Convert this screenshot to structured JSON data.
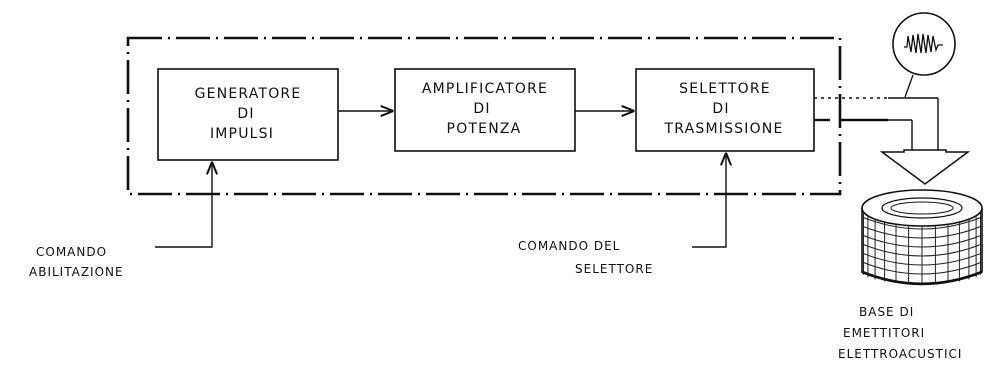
{
  "blocks": {
    "generator": [
      "GENERATORE",
      "DI",
      "IMPULSI"
    ],
    "amplifier": [
      "AMPLIFICATORE",
      "DI",
      "POTENZA"
    ],
    "selector": [
      "SELETTORE",
      "DI",
      "TRASMISSIONE"
    ]
  },
  "inputs": {
    "enable_command": [
      "COMANDO",
      "ABILITAZIONE"
    ],
    "selector_command": [
      "COMANDO DEL",
      "SELETTORE"
    ]
  },
  "output": {
    "emitters_base": [
      "BASE DI",
      "EMETTITORI",
      "ELETTROACUSTICI"
    ],
    "waveform": "burst-waveform"
  }
}
